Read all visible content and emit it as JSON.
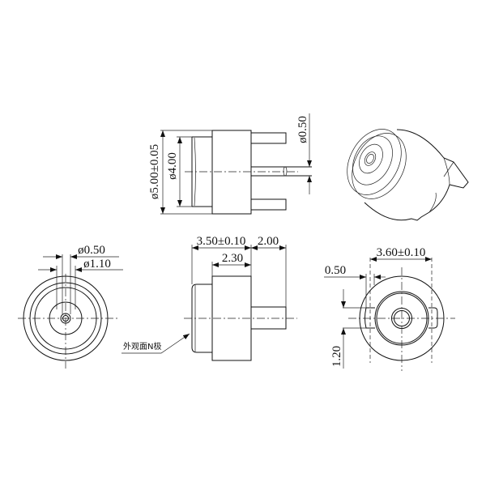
{
  "drawing": {
    "top_view": {
      "outer_diameter": "ø5.00±0.05",
      "cap_diameter": "ø4.00",
      "pin_diameter": "ø0.50"
    },
    "front_view": {
      "inner_pin_diameter": "ø0.50",
      "outer_pin_diameter": "ø1.10"
    },
    "side_view": {
      "body_length": "3.50±0.10",
      "pin_length": "2.00",
      "housing_length": "2.30",
      "note": "外观面N极"
    },
    "back_view": {
      "tab_width": "0.50",
      "tab_span": "3.60±0.10",
      "tab_height": "1.20"
    }
  }
}
